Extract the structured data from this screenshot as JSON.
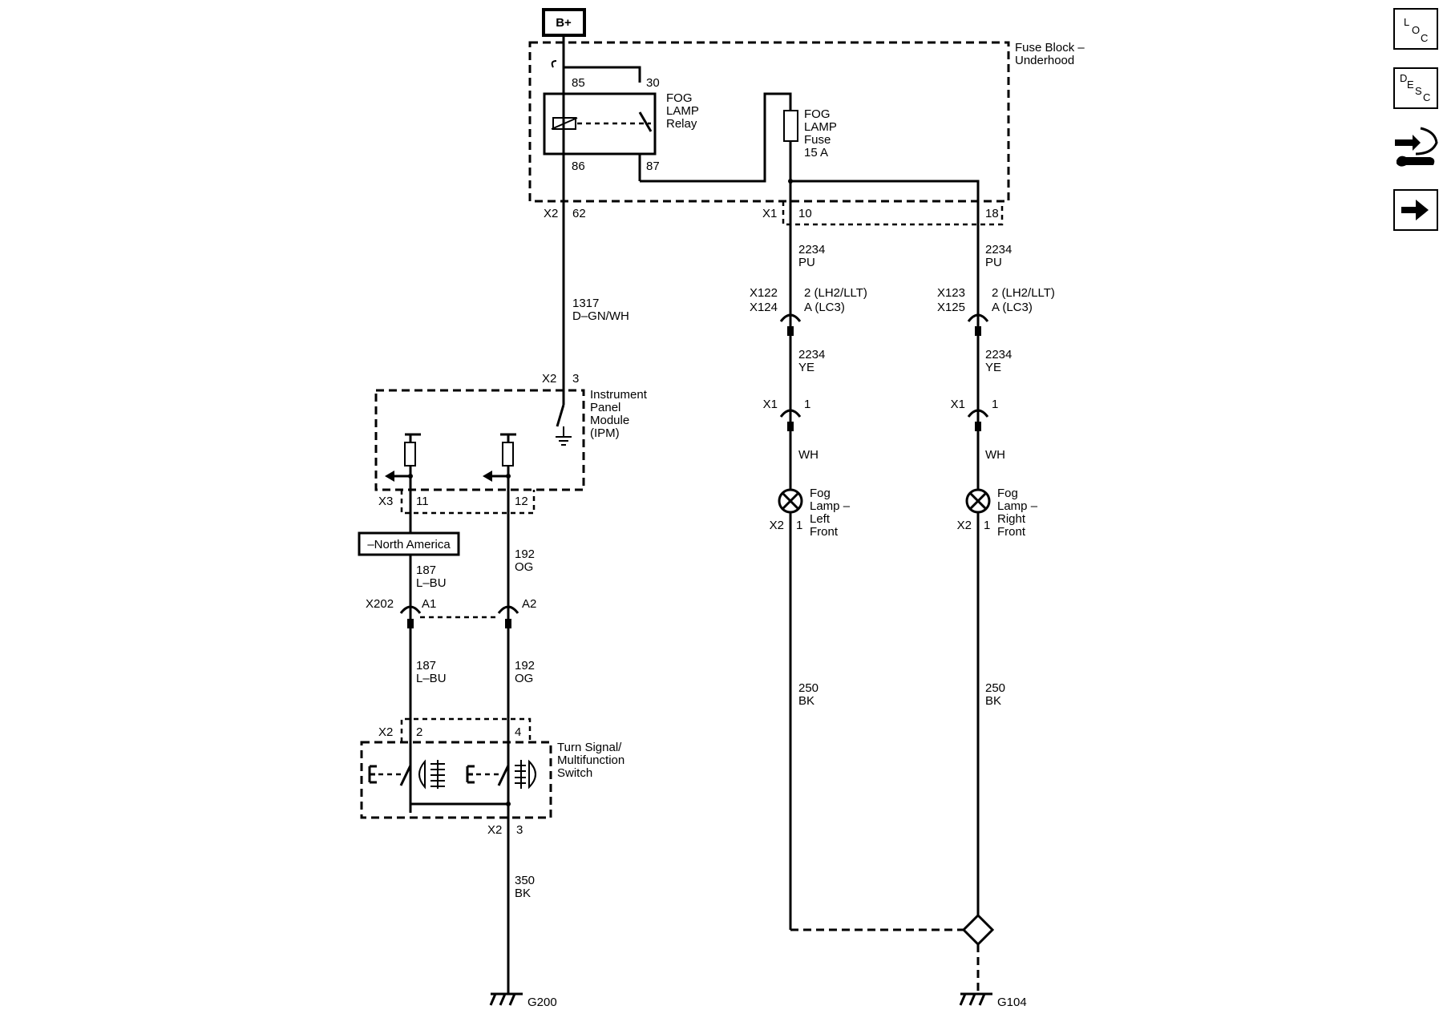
{
  "power": {
    "source": "B+"
  },
  "fuse_block": {
    "label_l1": "Fuse Block –",
    "label_l2": "Underhood",
    "relay": {
      "l1": "FOG",
      "l2": "LAMP",
      "l3": "Relay",
      "pin85": "85",
      "pin30": "30",
      "pin86": "86",
      "pin87": "87"
    },
    "fuse": {
      "l1": "FOG",
      "l2": "LAMP",
      "l3": "Fuse",
      "l4": "15 A"
    },
    "conn_x2": "X2",
    "pin_62": "62",
    "conn_x1": "X1",
    "pin_10": "10",
    "pin_18": "18"
  },
  "wire_1317": {
    "num": "1317",
    "color": "D–GN/WH"
  },
  "ipm": {
    "l1": "Instrument",
    "l2": "Panel",
    "l3": "Module",
    "l4": "(IPM)",
    "conn_top": "X2",
    "pin_top": "3",
    "conn_bottom": "X3",
    "pin_11": "11",
    "pin_12": "12"
  },
  "option_tag": "–North America",
  "wire_187_upper": {
    "num": "187",
    "color": "L–BU"
  },
  "wire_192_upper": {
    "num": "192",
    "color": "OG"
  },
  "x202": {
    "conn": "X202",
    "pin_a1": "A1",
    "pin_a2": "A2"
  },
  "wire_187_lower": {
    "num": "187",
    "color": "L–BU"
  },
  "wire_192_lower": {
    "num": "192",
    "color": "OG"
  },
  "turn_switch": {
    "l1": "Turn Signal/",
    "l2": "Multifunction",
    "l3": "Switch",
    "conn_top": "X2",
    "pin_2": "2",
    "pin_4": "4",
    "conn_bottom": "X2",
    "pin_3": "3"
  },
  "wire_350": {
    "num": "350",
    "color": "BK"
  },
  "ground_g200": "G200",
  "left_lamp": {
    "wire_top": {
      "num": "2234",
      "color": "PU"
    },
    "conn_a": "X122",
    "conn_b": "X124",
    "pin_a": "2 (LH2/LLT)",
    "pin_b": "A (LC3)",
    "wire_mid": {
      "num": "2234",
      "color": "YE"
    },
    "conn_x1": "X1",
    "pin_x1": "1",
    "wire_wh": "WH",
    "l1": "Fog",
    "l2": "Lamp –",
    "l3": "Left",
    "l4": "Front",
    "conn_x2": "X2",
    "pin_x2": "1",
    "wire_gnd": {
      "num": "250",
      "color": "BK"
    }
  },
  "right_lamp": {
    "wire_top": {
      "num": "2234",
      "color": "PU"
    },
    "conn_a": "X123",
    "conn_b": "X125",
    "pin_a": "2 (LH2/LLT)",
    "pin_b": "A (LC3)",
    "wire_mid": {
      "num": "2234",
      "color": "YE"
    },
    "conn_x1": "X1",
    "pin_x1": "1",
    "wire_wh": "WH",
    "l1": "Fog",
    "l2": "Lamp –",
    "l3": "Right",
    "l4": "Front",
    "conn_x2": "X2",
    "pin_x2": "1",
    "wire_gnd": {
      "num": "250",
      "color": "BK"
    }
  },
  "ground_g104": "G104",
  "side_nav": {
    "loc": {
      "a": "L",
      "b": "O",
      "c": "C"
    },
    "desc": {
      "a": "D",
      "b": "E",
      "c": "S",
      "d": "C"
    },
    "tools_icon": "tools-icon",
    "next_icon": "arrow-right-icon"
  }
}
